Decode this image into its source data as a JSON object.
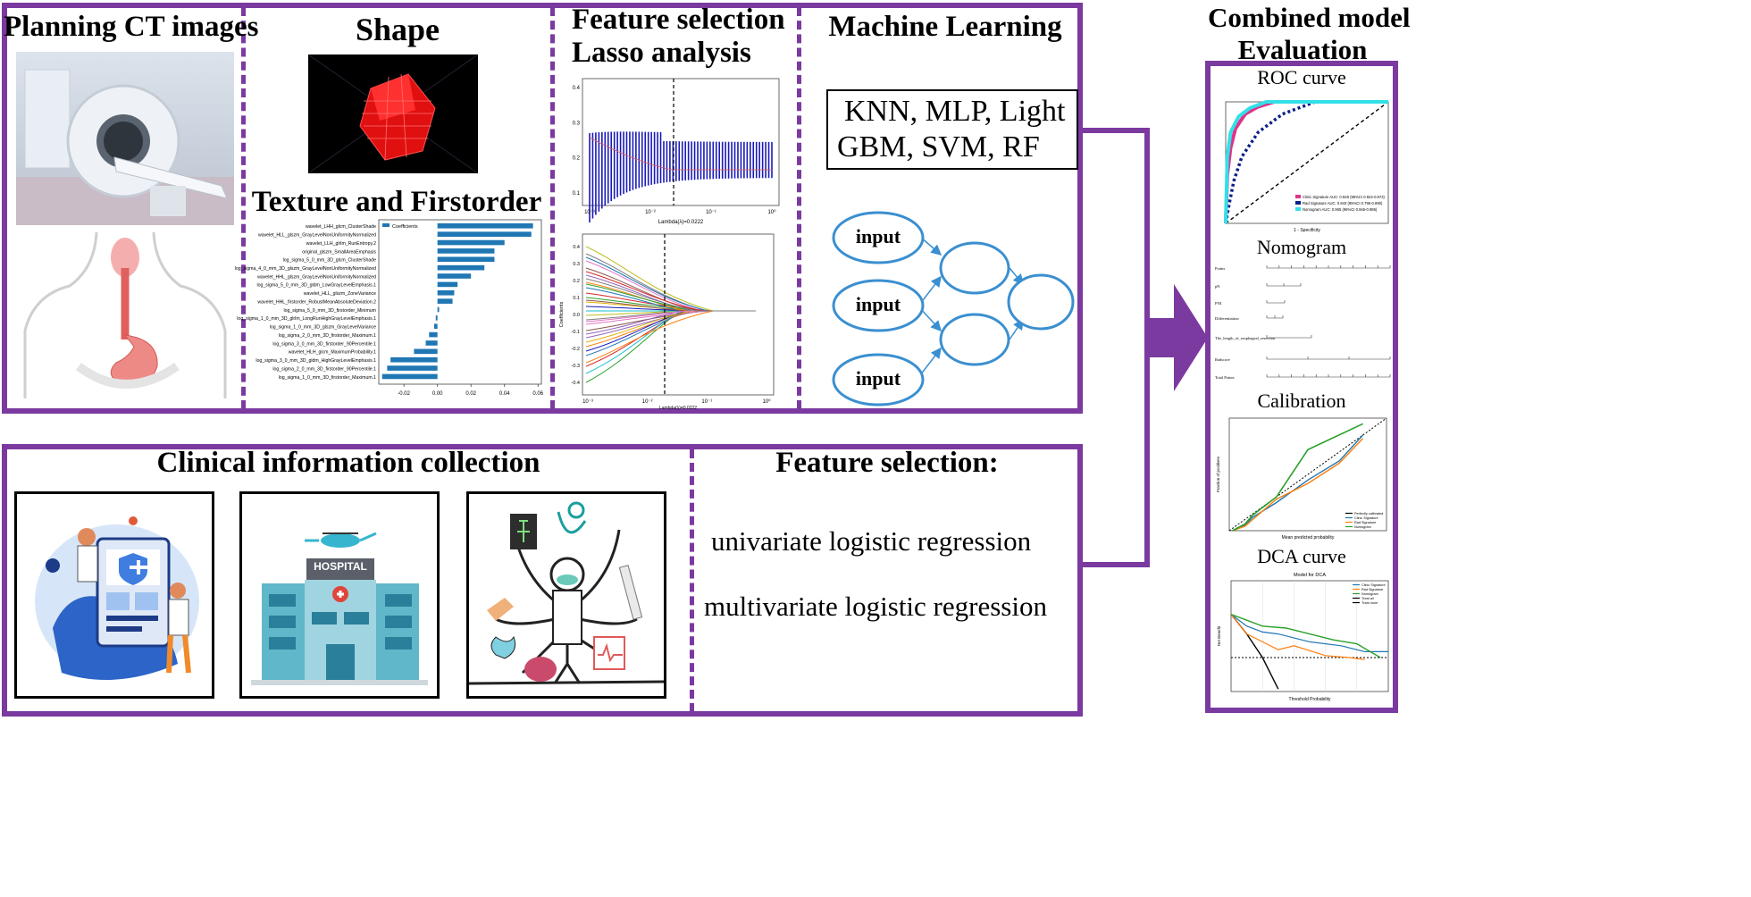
{
  "top_panel": {
    "planning_title": "Planning CT images",
    "shape_title": "Shape",
    "texture_title": "Texture and Firstorder",
    "feature_selection_title_line1": "Feature selection",
    "feature_selection_title_line2": "Lasso analysis",
    "ml_title": "Machine Learning",
    "ml_models_line1": "KNN, MLP, Light",
    "ml_models_line2": "GBM, SVM,  RF",
    "nn_inputs": [
      "input",
      "input",
      "input"
    ]
  },
  "coef_chart": {
    "legend": "Coefficients",
    "features": [
      "wavelet_LHH_glcm_ClusterShade",
      "wavelet_HLL_glszm_GrayLevelNonUniformityNormalized",
      "wavelet_LLH_glrlm_RunEntropy.2",
      "original_glszm_SmallAreaEmphasis",
      "log_sigma_5_0_mm_3D_glcm_ClusterShade",
      "log_sigma_4_0_mm_3D_glszm_GrayLevelNonUniformityNormalized",
      "wavelet_HHL_glszm_GrayLevelNonUniformityNormalized",
      "log_sigma_5_0_mm_3D_gldm_LowGrayLevelEmphasis.1",
      "wavelet_HLL_glszm_ZoneVariance",
      "wavelet_HHL_firstorder_RobustMeanAbsoluteDeviation.2",
      "log_sigma_5_0_mm_3D_firstorder_Minimum",
      "log_sigma_1_0_mm_3D_glrlm_LongRunHighGrayLevelEmphasis.1",
      "log_sigma_1_0_mm_3D_glszm_GrayLevelVariance",
      "log_sigma_2_0_mm_3D_firstorder_Maximum.1",
      "log_sigma_3_0_mm_3D_firstorder_90Percentile.1",
      "wavelet_HLH_glcm_MaximumProbability.1",
      "log_sigma_3_0_mm_3D_gldm_HighGrayLevelEmphasis.1",
      "log_sigma_2_0_mm_3D_firstorder_90Percentile.1",
      "log_sigma_1_0_mm_3D_firstorder_Maximum.1"
    ],
    "values": [
      0.057,
      0.056,
      0.04,
      0.034,
      0.034,
      0.028,
      0.02,
      0.012,
      0.01,
      0.009,
      0.001,
      -0.001,
      -0.002,
      -0.005,
      -0.007,
      -0.014,
      -0.028,
      -0.03,
      -0.033
    ],
    "ticks": [
      "-0.02",
      "0.00",
      "0.02",
      "0.04",
      "0.06"
    ],
    "xlim": [
      -0.035,
      0.062
    ]
  },
  "lasso": {
    "cv_xlabel": "Lambda(λ)=0.0222",
    "path_xlabel": "Lambda(λ)=0.0222",
    "path_ylabel": "Coefficients",
    "x_ticks": [
      "10⁻³",
      "10⁻²",
      "10⁻¹",
      "10⁰"
    ],
    "cv_y_ticks": [
      "0.4",
      "0.3",
      "0.2",
      "0.1"
    ],
    "path_y_ticks": [
      "0.4",
      "0.3",
      "0.2",
      "0.1",
      "0.0",
      "-0.1",
      "-0.2",
      "-0.3",
      "-0.4"
    ]
  },
  "bottom_panel": {
    "clinical_title": "Clinical information collection",
    "hospital_sign": "HOSPITAL",
    "feature_selection_title": "Feature selection:",
    "univariate": "univariate logistic regression",
    "multivariate": "multivariate logistic regression"
  },
  "evaluation": {
    "title_line1": "Combined model",
    "title_line2": "Evaluation",
    "roc_title": "ROC curve",
    "roc_xlabel": "1 - Specificity",
    "roc_legend": [
      "Clinic Signature AUC: 0.948 (95%CI 0.924-0.973)",
      "Rad Signature AUC: 0.843 (95%CI 0.795-0.890)",
      "Nomogram AUC: 0.965 (95%CI 0.946-0.985)"
    ],
    "nomogram_title": "Nomogram",
    "nomogram_rows": [
      "Points",
      "pN",
      "PNI",
      "Differentiation",
      "The_length_of_esophageal_resection",
      "Radscore",
      "Total Points"
    ],
    "calibration_title": "Calibration",
    "calibration_xlabel": "Mean predicted probability",
    "calibration_ylabel": "Fraction of positives",
    "calibration_legend": [
      "Perfectly calibrated",
      "Clinic Signature",
      "Rad Signature",
      "Nomogram"
    ],
    "dca_title": "DCA curve",
    "dca_chart_title": "Model for DCA",
    "dca_xlabel": "Threshold Probability",
    "dca_ylabel": "Net Benefit",
    "dca_legend": [
      "Clinic Signature",
      "Rad Signature",
      "Nomogram",
      "Treat all",
      "Treat none"
    ]
  },
  "colors": {
    "frame": "#7b3aa0",
    "bar": "#1f77b4",
    "lasso_blue": "#1a1ab8",
    "clinic": "#e0338a",
    "rad": "#0a1f8a",
    "nomogram": "#33e0e8",
    "cal_green": "#2ca02c",
    "cal_orange": "#ff7f0e"
  }
}
